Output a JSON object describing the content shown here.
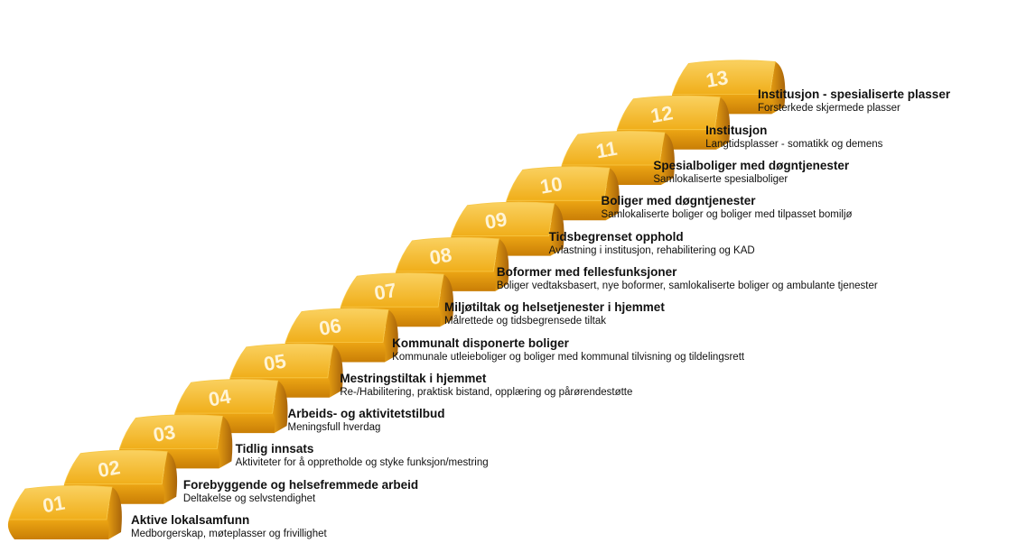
{
  "colors": {
    "top": "#F5BF2A",
    "front": "#E59A0B",
    "shade": "#B76E05",
    "number": "#FFF4D6"
  },
  "steps": [
    {
      "number": "01",
      "title": "Aktive lokalsamfunn",
      "subtitle": "Medborgerskap, møteplasser og frivillighet"
    },
    {
      "number": "02",
      "title": "Forebyggende og helsefremmede arbeid",
      "subtitle": "Deltakelse og selvstendighet"
    },
    {
      "number": "03",
      "title": "Tidlig innsats",
      "subtitle": "Aktiviteter for å oppretholde og styke funksjon/mestring"
    },
    {
      "number": "04",
      "title": "Arbeids- og aktivitetstilbud",
      "subtitle": "Meningsfull hverdag"
    },
    {
      "number": "05",
      "title": "Mestringstiltak i hjemmet",
      "subtitle": "Re-/Habilitering, praktisk bistand, opplæring og pårørendestøtte"
    },
    {
      "number": "06",
      "title": "Kommunalt disponerte boliger",
      "subtitle": "Kommunale utleieboliger og boliger med kommunal tilvisning og tildelingsrett"
    },
    {
      "number": "07",
      "title": "Miljøtiltak og helsetjenester i hjemmet",
      "subtitle": "Målrettede og tidsbegrensede tiltak"
    },
    {
      "number": "08",
      "title": "Boformer med fellesfunksjoner",
      "subtitle": "Boliger vedtaksbasert, nye boformer, samlokaliserte boliger og ambulante tjenester"
    },
    {
      "number": "09",
      "title": "Tidsbegrenset opphold",
      "subtitle": "Avlastning i institusjon, rehabilitering og KAD"
    },
    {
      "number": "10",
      "title": "Boliger med døgntjenester",
      "subtitle": "Samlokaliserte boliger og boliger med tilpasset bomiljø"
    },
    {
      "number": "11",
      "title": "Spesialboliger med døgntjenester",
      "subtitle": "Samlokaliserte spesialboliger"
    },
    {
      "number": "12",
      "title": "Institusjon",
      "subtitle": "Langtidsplasser - somatikk og demens"
    },
    {
      "number": "13",
      "title": "Institusjon - spesialiserte plasser",
      "subtitle": "Forsterkede skjermede plasser"
    }
  ]
}
